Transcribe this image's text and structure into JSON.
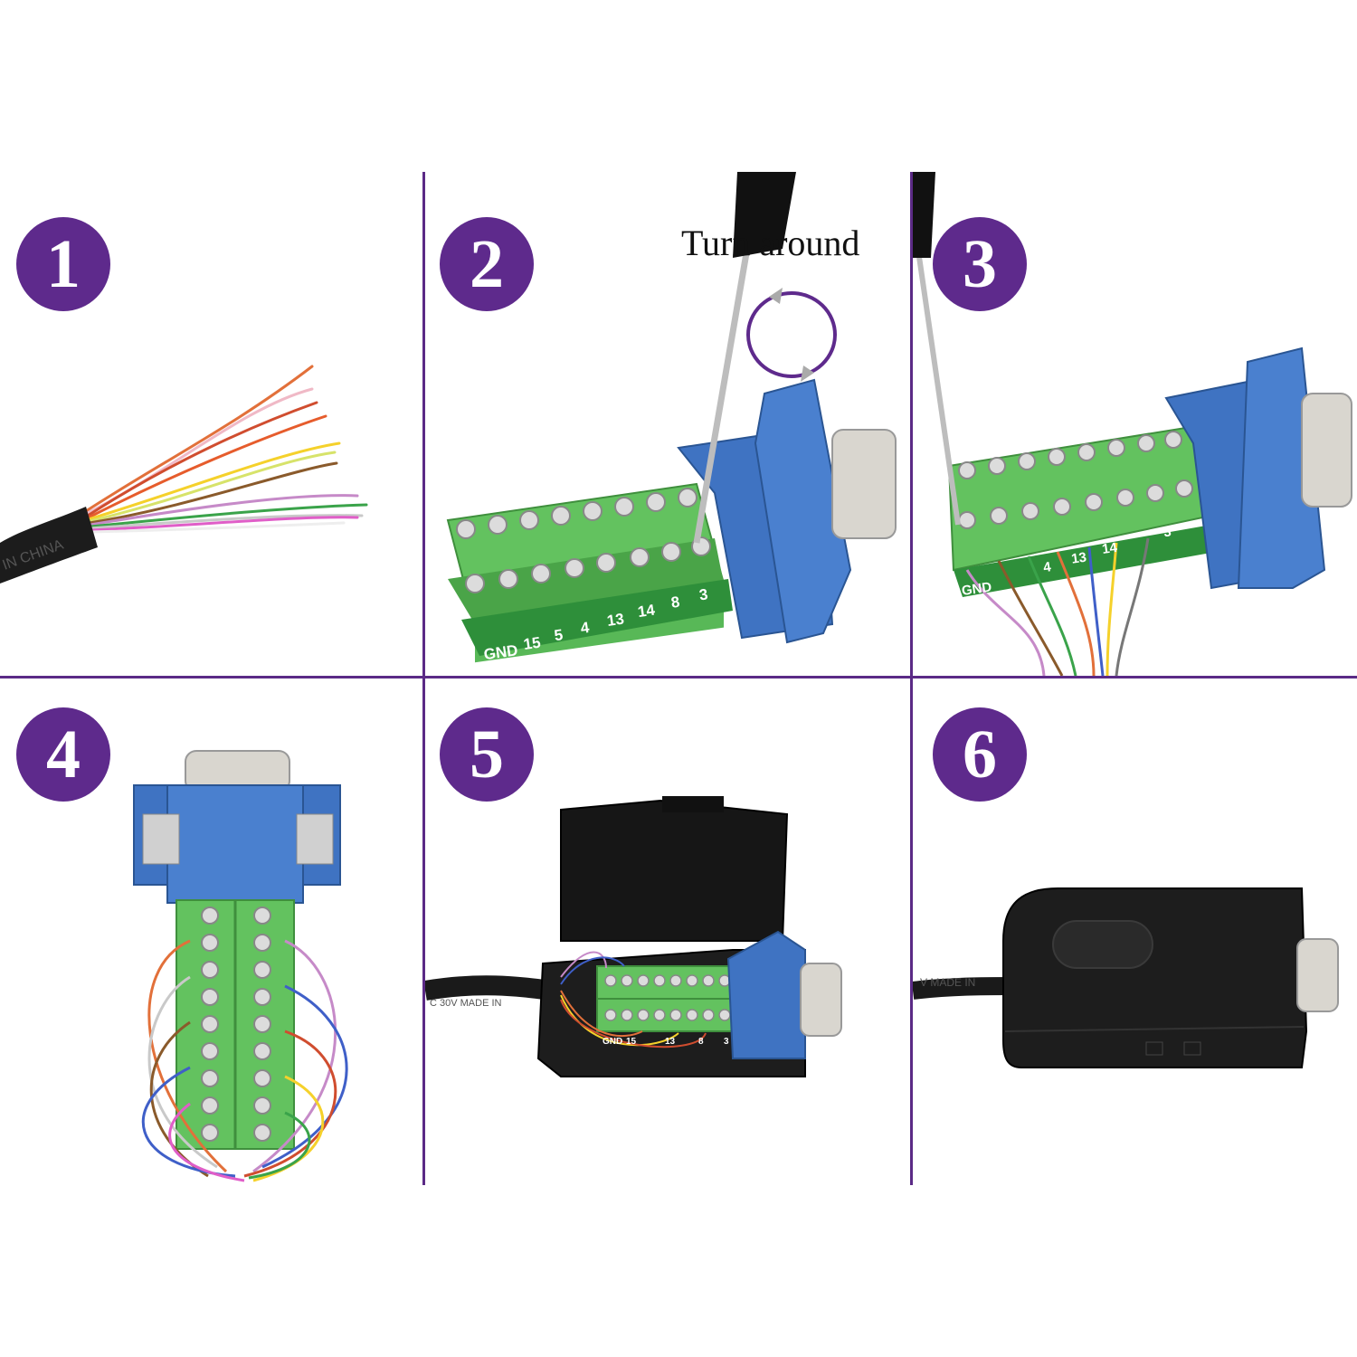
{
  "steps": [
    {
      "number": "1"
    },
    {
      "number": "2",
      "caption": "Turn around"
    },
    {
      "number": "3"
    },
    {
      "number": "4"
    },
    {
      "number": "5"
    },
    {
      "number": "6"
    }
  ],
  "pin_labels": [
    "GND",
    "15",
    "5",
    "4",
    "13",
    "14",
    "8",
    "3"
  ],
  "cable_print": "IN CHINA",
  "cable_print_5": "C 30V MADE IN",
  "cable_print_6": "V MADE IN",
  "colors": {
    "accent": "#5e2a8c",
    "terminal_green": "#5cbf5a",
    "connector_blue": "#3f73c2",
    "shell_black": "#1a1a1a"
  }
}
